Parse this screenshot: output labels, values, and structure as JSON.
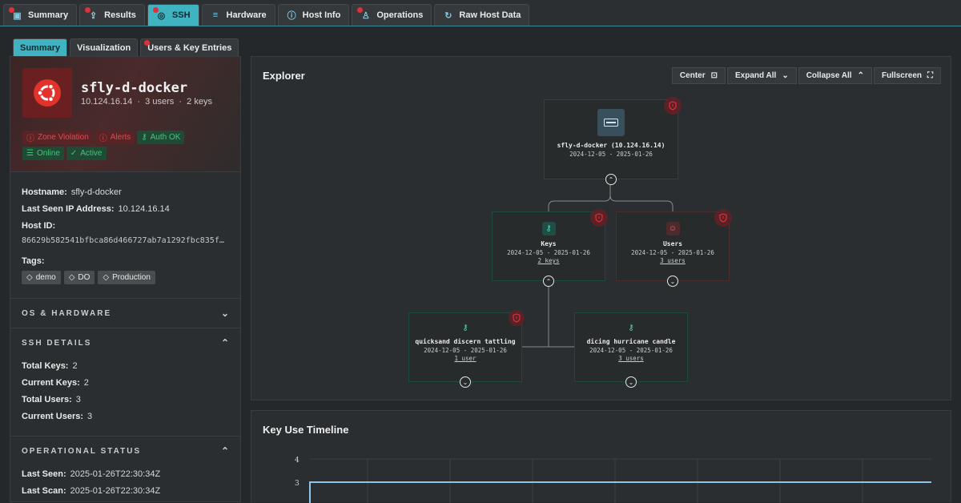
{
  "top_tabs": [
    {
      "label": "Summary",
      "icon": "gallery-icon",
      "dot": true
    },
    {
      "label": "Results",
      "icon": "export-icon",
      "dot": true
    },
    {
      "label": "SSH",
      "icon": "ssh-icon",
      "dot": true,
      "active": true
    },
    {
      "label": "Hardware",
      "icon": "database-icon",
      "dot": false
    },
    {
      "label": "Host Info",
      "icon": "info-icon",
      "dot": false
    },
    {
      "label": "Operations",
      "icon": "user-gear-icon",
      "dot": true
    },
    {
      "label": "Raw Host Data",
      "icon": "refresh-icon",
      "dot": false
    }
  ],
  "sub_tabs": [
    {
      "label": "Summary",
      "active": true
    },
    {
      "label": "Visualization"
    },
    {
      "label": "Users & Key Entries",
      "dot": true
    }
  ],
  "host": {
    "name": "sfly-d-docker",
    "ip": "10.124.16.14",
    "users": "3 users",
    "keys": "2 keys",
    "sep": "·"
  },
  "badges": [
    {
      "label": "Zone Violation",
      "color": "red"
    },
    {
      "label": "Alerts",
      "color": "red"
    },
    {
      "label": "Auth OK",
      "color": "green"
    },
    {
      "label": "Online",
      "color": "green"
    },
    {
      "label": "Active",
      "color": "green"
    }
  ],
  "details": {
    "hostname_label": "Hostname:",
    "hostname": "sfly-d-docker",
    "ip_label": "Last Seen IP Address:",
    "ip": "10.124.16.14",
    "hostid_label": "Host ID:",
    "hostid": "86629b582541bfbca86d466727ab7a1292fbc835f…",
    "tags_label": "Tags:",
    "tags": [
      "demo",
      "DO",
      "Production"
    ]
  },
  "os_section": {
    "title": "OS & HARDWARE"
  },
  "ssh_section": {
    "title": "SSH DETAILS",
    "rows": [
      {
        "label": "Total Keys:",
        "value": "2"
      },
      {
        "label": "Current Keys:",
        "value": "2"
      },
      {
        "label": "Total Users:",
        "value": "3"
      },
      {
        "label": "Current Users:",
        "value": "3"
      }
    ]
  },
  "op_section": {
    "title": "OPERATIONAL STATUS",
    "rows": [
      {
        "label": "Last Seen:",
        "value": "2025-01-26T22:30:34Z"
      },
      {
        "label": "Last Scan:",
        "value": "2025-01-26T22:30:34Z"
      }
    ]
  },
  "explorer": {
    "title": "Explorer",
    "buttons": {
      "center": "Center",
      "expand": "Expand All",
      "collapse": "Collapse All",
      "fullscreen": "Fullscreen"
    },
    "root": {
      "title": "sfly-d-docker (10.124.16.14)",
      "dates": "2024-12-05 - 2025-01-26"
    },
    "keys": {
      "title": "Keys",
      "dates": "2024-12-05 - 2025-01-26",
      "link": "2 keys"
    },
    "users": {
      "title": "Users",
      "dates": "2024-12-05 - 2025-01-26",
      "link": "3 users"
    },
    "key1": {
      "title": "quicksand discern tattling",
      "dates": "2024-12-05 - 2025-01-26",
      "link": "1 user"
    },
    "key2": {
      "title": "dicing hurricane candle",
      "dates": "2024-12-05 - 2025-01-26",
      "link": "3 users"
    }
  },
  "timeline": {
    "title": "Key Use Timeline",
    "yticks": [
      "4",
      "3"
    ],
    "level": 3,
    "ylim": [
      0,
      4
    ]
  },
  "colors": {
    "accent": "#3fb3c2",
    "alert": "#e0303a",
    "ok": "#48c47a"
  }
}
